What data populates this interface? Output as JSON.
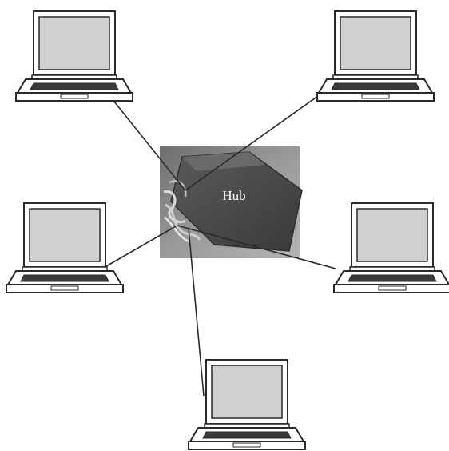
{
  "diagram": {
    "hub": {
      "label": "Hub",
      "icon": "hub-device-photo"
    },
    "nodes": [
      {
        "name": "laptop-top-left",
        "icon": "laptop-icon"
      },
      {
        "name": "laptop-top-right",
        "icon": "laptop-icon"
      },
      {
        "name": "laptop-middle-left",
        "icon": "laptop-icon"
      },
      {
        "name": "laptop-middle-right",
        "icon": "laptop-icon"
      },
      {
        "name": "laptop-bottom",
        "icon": "laptop-icon"
      }
    ],
    "colors": {
      "line": "#2b2b2b",
      "laptop_outline": "#2a2a2a",
      "screen": "#d0d0d0",
      "bezel": "#ffffff",
      "hub_background": "#8c8c8c",
      "hub_device": "#4a4a4a",
      "hub_text": "#ffffff"
    }
  }
}
